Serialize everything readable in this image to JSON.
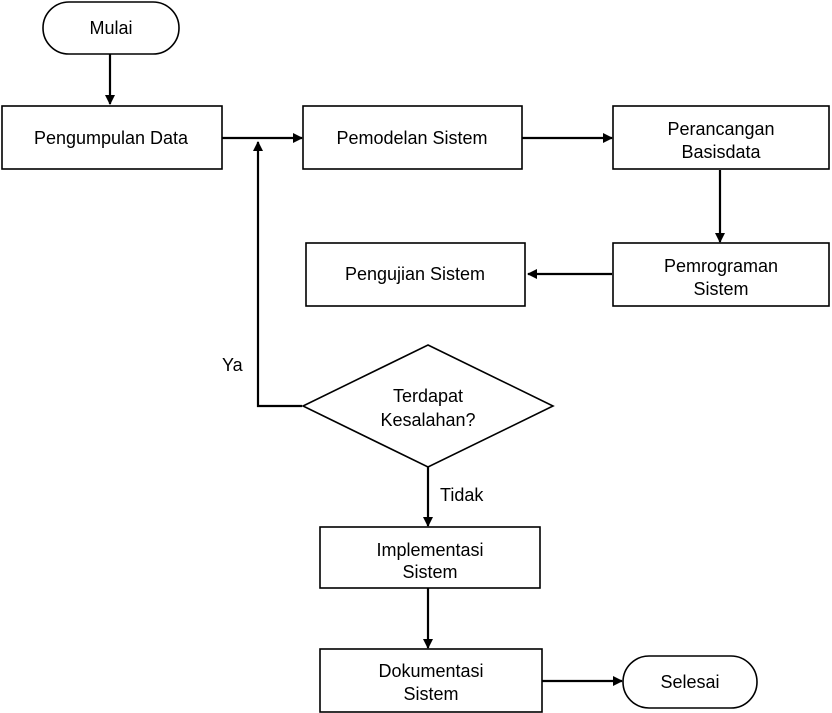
{
  "nodes": {
    "start": "Mulai",
    "data_collection": "Pengumpulan Data",
    "system_modeling": "Pemodelan Sistem",
    "database_design": {
      "line1": "Perancangan",
      "line2": "Basisdata"
    },
    "programming": {
      "line1": "Pemrograman",
      "line2": "Sistem"
    },
    "system_testing": "Pengujian Sistem",
    "decision": {
      "line1": "Terdapat",
      "line2": "Kesalahan?"
    },
    "implementation": {
      "line1": "Implementasi",
      "line2": "Sistem"
    },
    "documentation": {
      "line1": "Dokumentasi",
      "line2": "Sistem"
    },
    "end": "Selesai"
  },
  "edge_labels": {
    "yes": "Ya",
    "no": "Tidak"
  }
}
